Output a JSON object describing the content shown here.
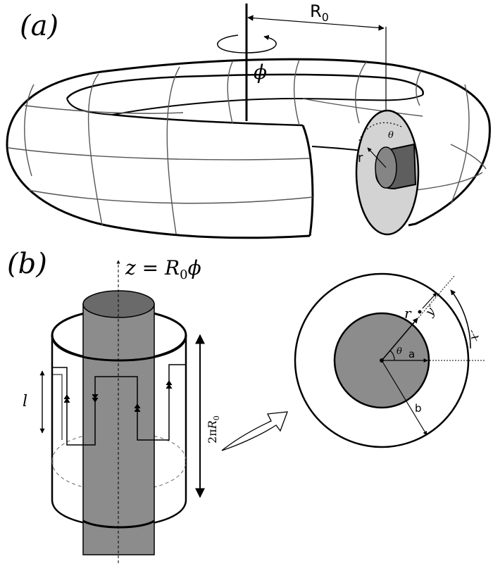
{
  "panel_a": {
    "label": "(a)",
    "major_radius_label": "R",
    "major_radius_subscript": "0",
    "toroidal_angle_label": "ϕ",
    "minor_radius_label": "r",
    "poloidal_angle_label": "θ"
  },
  "panel_b": {
    "label": "(b)",
    "axis_label_z": "z",
    "axis_label_eq": " = ",
    "axis_label_R": "R",
    "axis_label_sub": "0",
    "axis_label_phi": "ϕ",
    "length_label": "l",
    "period_label_prefix": "2π",
    "period_label_R": "R",
    "period_label_sub": "0",
    "cross_section": {
      "radius_label": "r",
      "angle_label": "θ",
      "inner_radius_label": "a",
      "outer_radius_label": "b",
      "coord_y_label": "y′",
      "coord_x_label": "x′"
    }
  },
  "colors": {
    "line": "#000000",
    "grid": "#555555",
    "inner_cylinder": "#8c8c8c",
    "inner_cylinder_top": "#6a6a6a",
    "cross_plane": "#d3d3d3",
    "core_light": "#858585",
    "core_dark": "#5e5e5e"
  }
}
